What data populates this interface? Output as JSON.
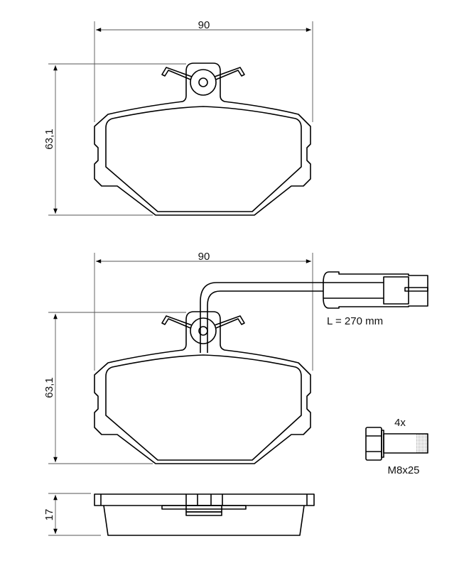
{
  "views": {
    "front_top": {
      "width_label": "90",
      "height_label": "63,1"
    },
    "front_sensor": {
      "width_label": "90",
      "height_label": "63,1",
      "wire_length_label": "L = 270 mm"
    },
    "side": {
      "thickness_label": "17"
    }
  },
  "accessory": {
    "quantity_label": "4x",
    "bolt_label": "M8x25"
  }
}
